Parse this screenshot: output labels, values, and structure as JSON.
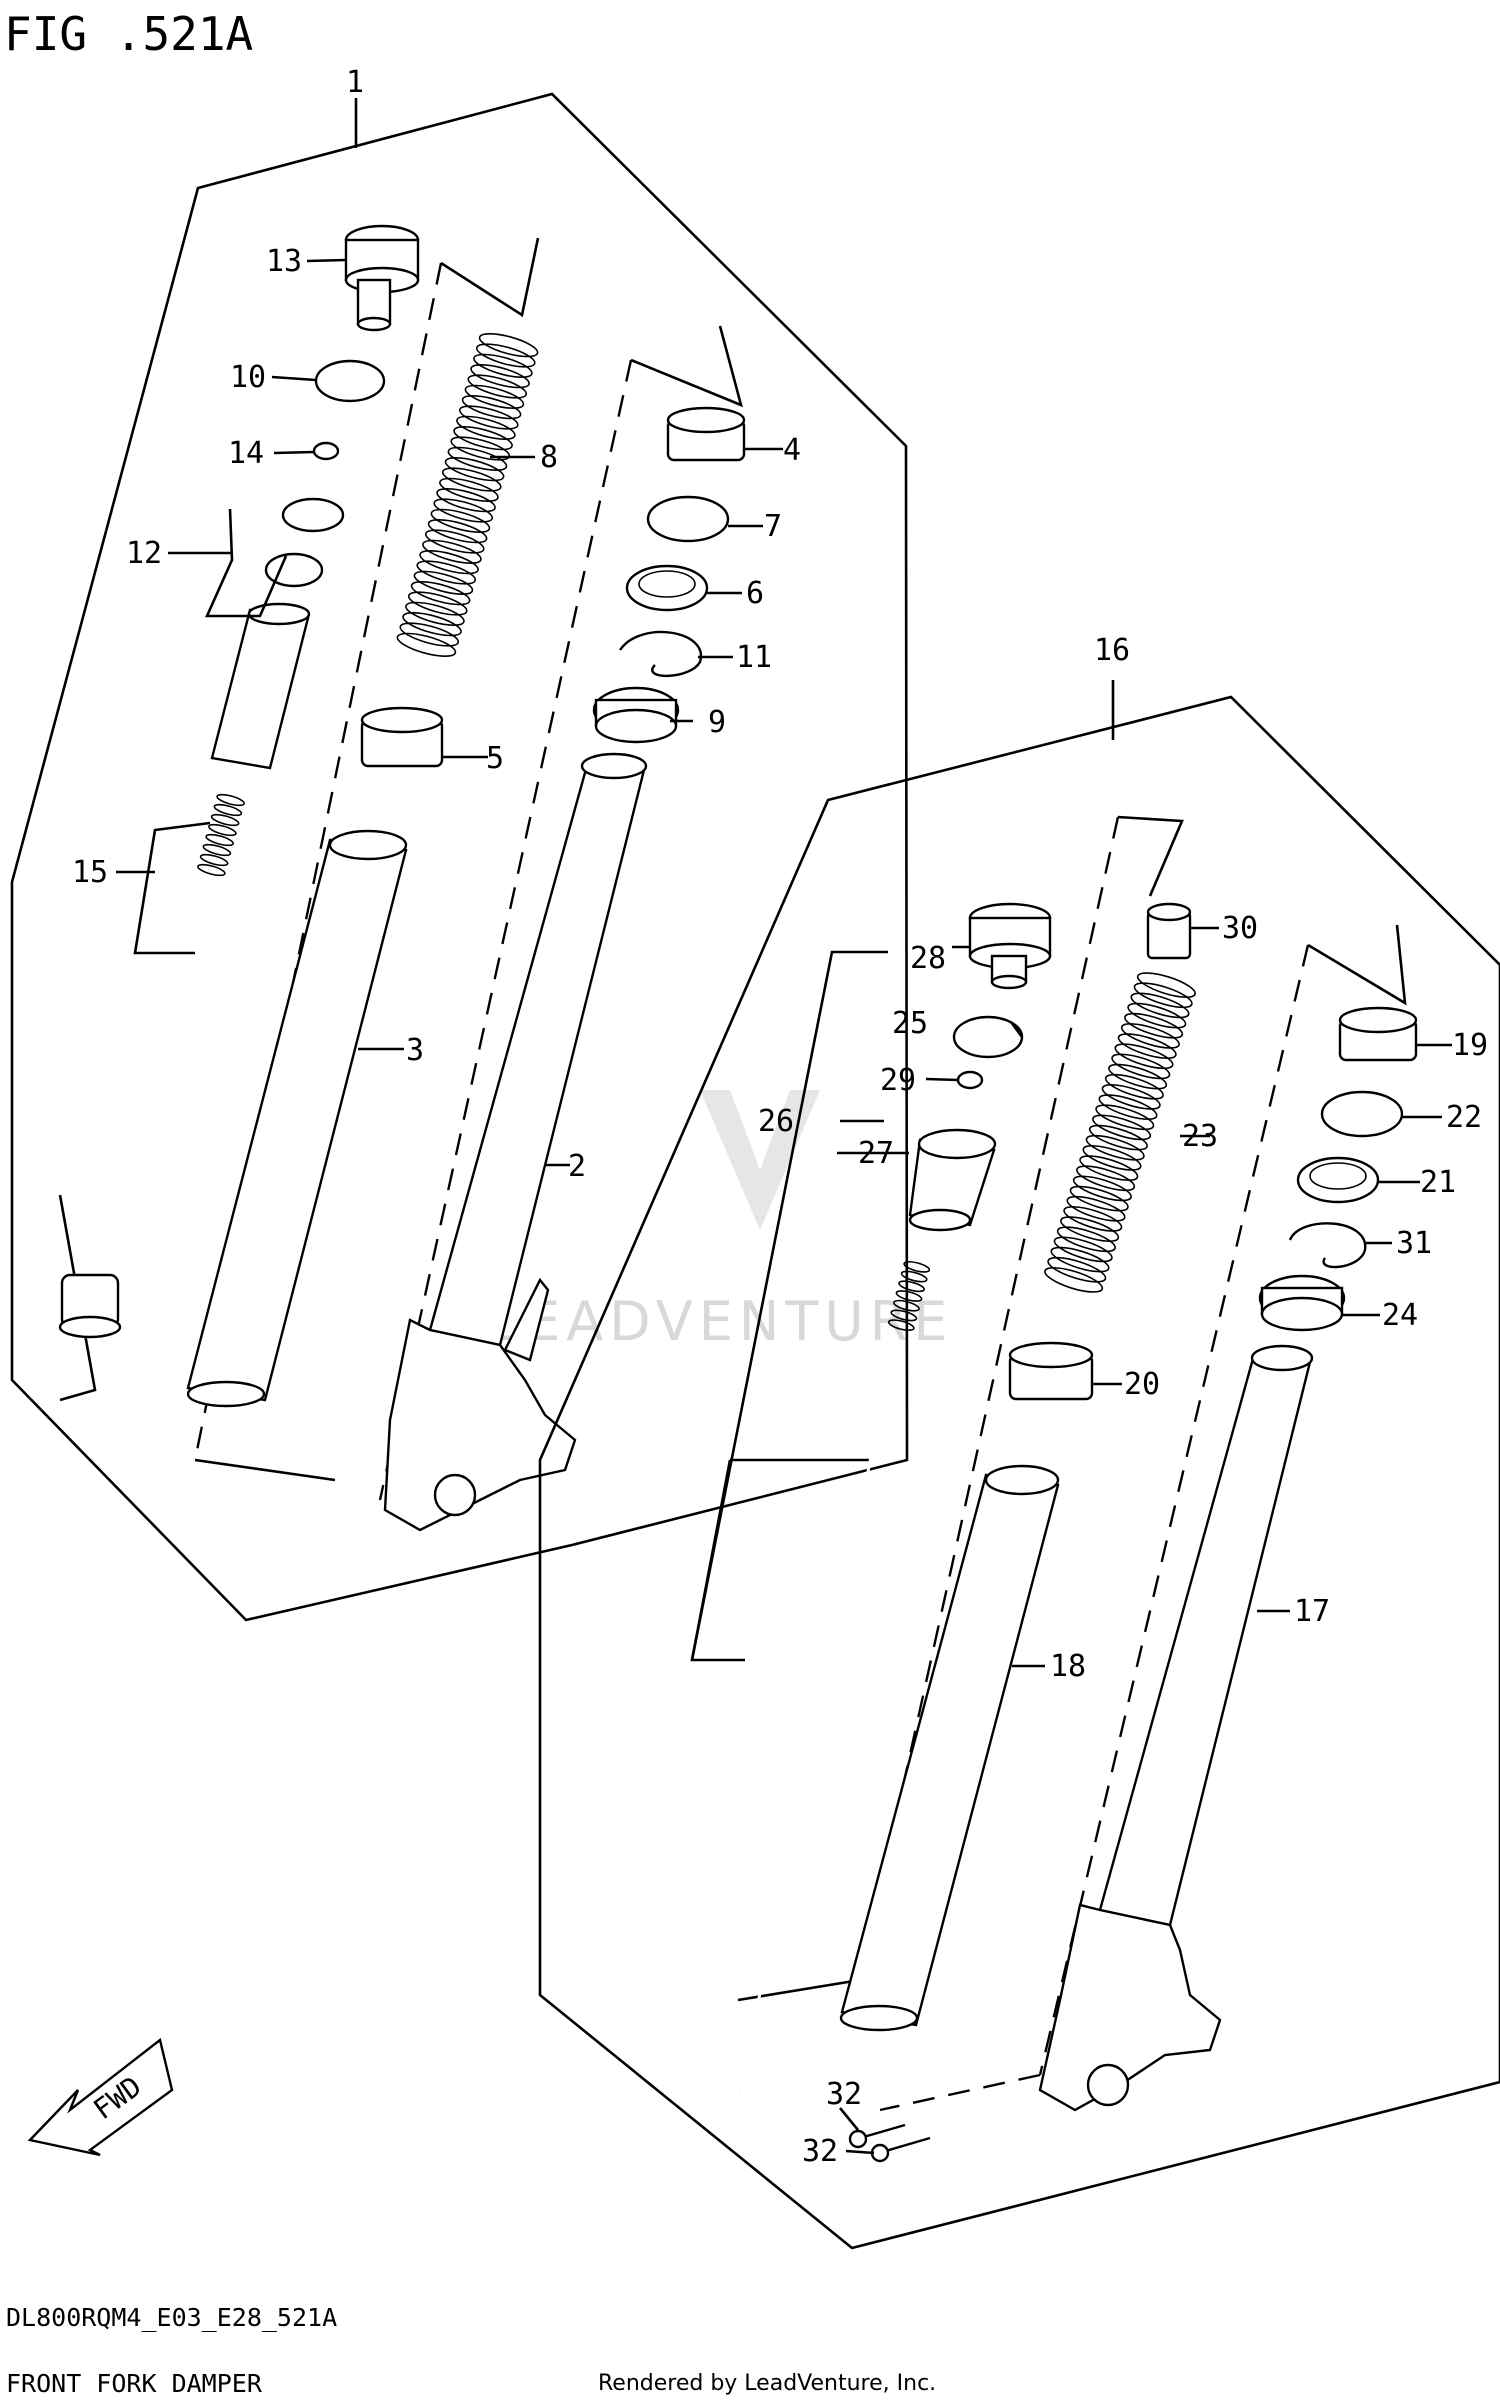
{
  "figure": {
    "title": "FIG .521A",
    "model_code": "DL800RQM4_E03_E28_521A",
    "caption": "FRONT FORK DAMPER",
    "credit": "Rendered by LeadVenture, Inc.",
    "watermark": "LEADVENTURE",
    "fwd_label": "FWD"
  },
  "callouts": {
    "n1": "1",
    "n2": "2",
    "n3": "3",
    "n4": "4",
    "n5": "5",
    "n6": "6",
    "n7": "7",
    "n8": "8",
    "n9": "9",
    "n10": "10",
    "n11": "11",
    "n12": "12",
    "n13": "13",
    "n14": "14",
    "n15": "15",
    "n16": "16",
    "n17": "17",
    "n18": "18",
    "n19": "19",
    "n20": "20",
    "n21": "21",
    "n22": "22",
    "n23": "23",
    "n24": "24",
    "n25": "25",
    "n26": "26",
    "n27": "27",
    "n28": "28",
    "n29": "29",
    "n30": "30",
    "n31": "31",
    "n32a": "32",
    "n32b": "32"
  }
}
